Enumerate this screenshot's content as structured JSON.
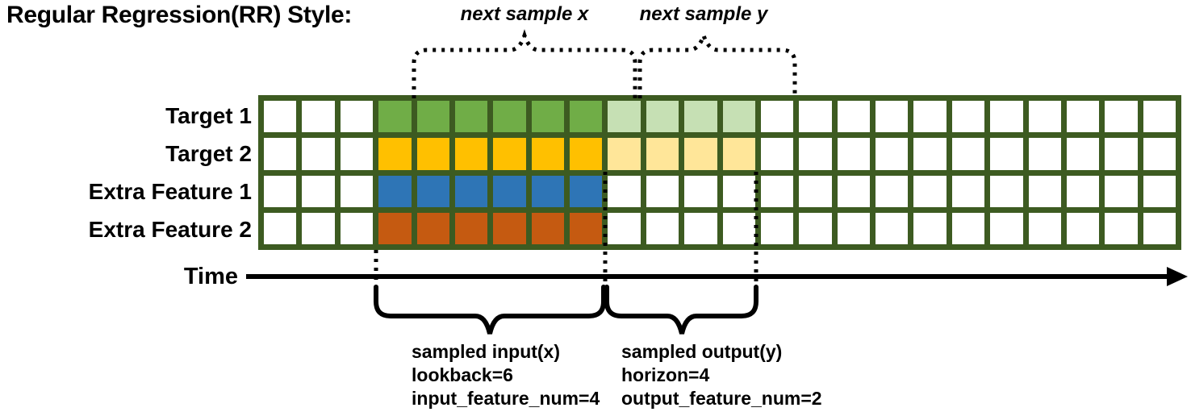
{
  "title": "Regular Regression(RR) Style:",
  "grid": {
    "columns": 24,
    "border_color": "#3D5B21",
    "rows": [
      {
        "label": "Target 1",
        "input_color": "#70AD47",
        "output_color": "#C6E0B4",
        "input_cols": [
          4,
          9
        ],
        "output_cols": [
          10,
          13
        ]
      },
      {
        "label": "Target 2",
        "input_color": "#FFC000",
        "output_color": "#FFE699",
        "input_cols": [
          4,
          9
        ],
        "output_cols": [
          10,
          13
        ]
      },
      {
        "label": "Extra Feature 1",
        "input_color": "#2E75B6",
        "output_color": null,
        "input_cols": [
          4,
          9
        ],
        "output_cols": null
      },
      {
        "label": "Extra Feature 2",
        "input_color": "#C55A11",
        "output_color": null,
        "input_cols": [
          4,
          9
        ],
        "output_cols": null
      }
    ]
  },
  "annotations": {
    "next_sample_x": "next sample x",
    "next_sample_y": "next sample y",
    "time": "Time",
    "sampled_input": {
      "line1": "sampled input(x)",
      "line2": "lookback=6",
      "line3": "input_feature_num=4"
    },
    "sampled_output": {
      "line1": "sampled output(y)",
      "line2": "horizon=4",
      "line3": "output_feature_num=2"
    }
  },
  "parameters": {
    "lookback": 6,
    "horizon": 4,
    "input_feature_num": 4,
    "output_feature_num": 2
  }
}
